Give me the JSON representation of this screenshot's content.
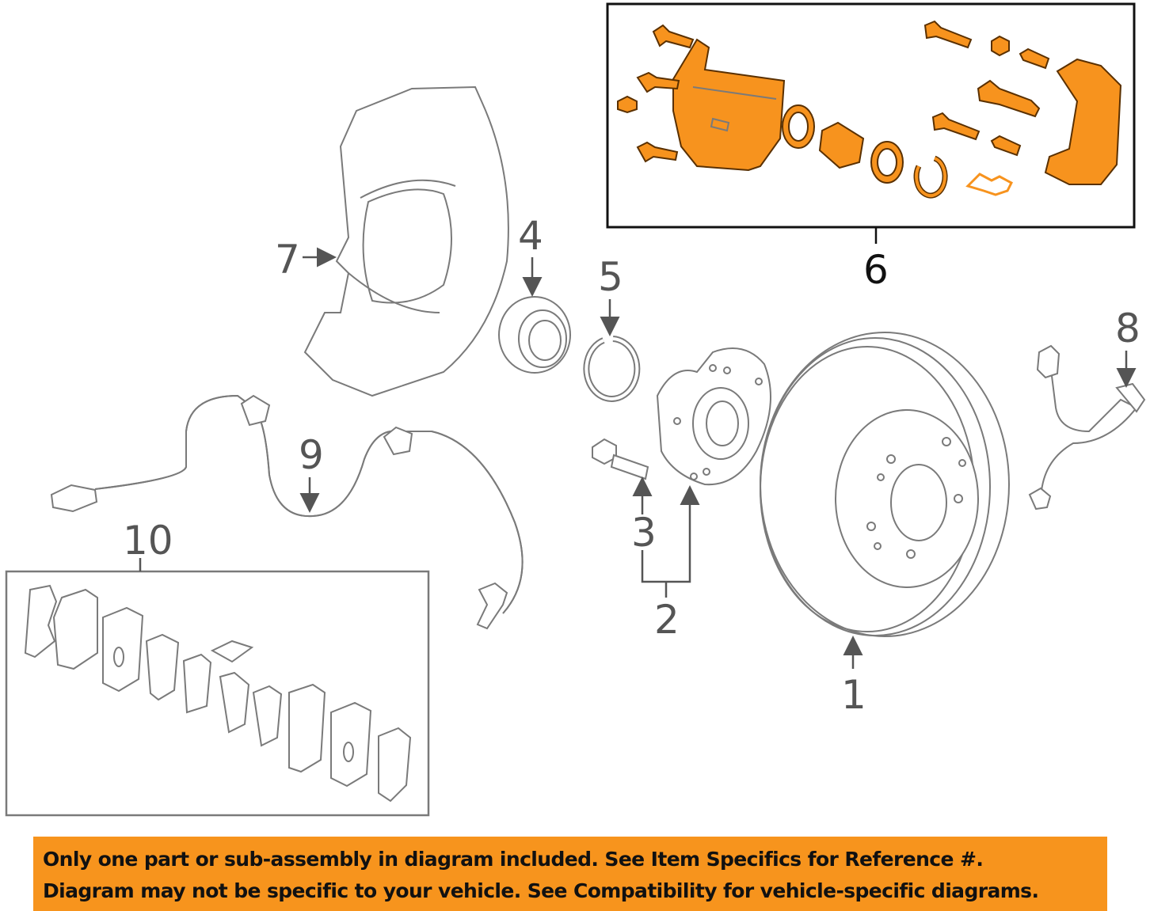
{
  "callouts": {
    "n1": "1",
    "n2": "2",
    "n3": "3",
    "n4": "4",
    "n5": "5",
    "n6": "6",
    "n7": "7",
    "n8": "8",
    "n9": "9",
    "n10": "10"
  },
  "banner": {
    "line1": "Only one part or sub-assembly in diagram included. See Item Specifics for Reference #.",
    "line2": "Diagram may not be specific to your vehicle. See Compatibility for vehicle-specific diagrams."
  },
  "colors": {
    "accent": "#f7941d",
    "part_highlight": "#f7931e",
    "line": "#7a7a7a"
  }
}
